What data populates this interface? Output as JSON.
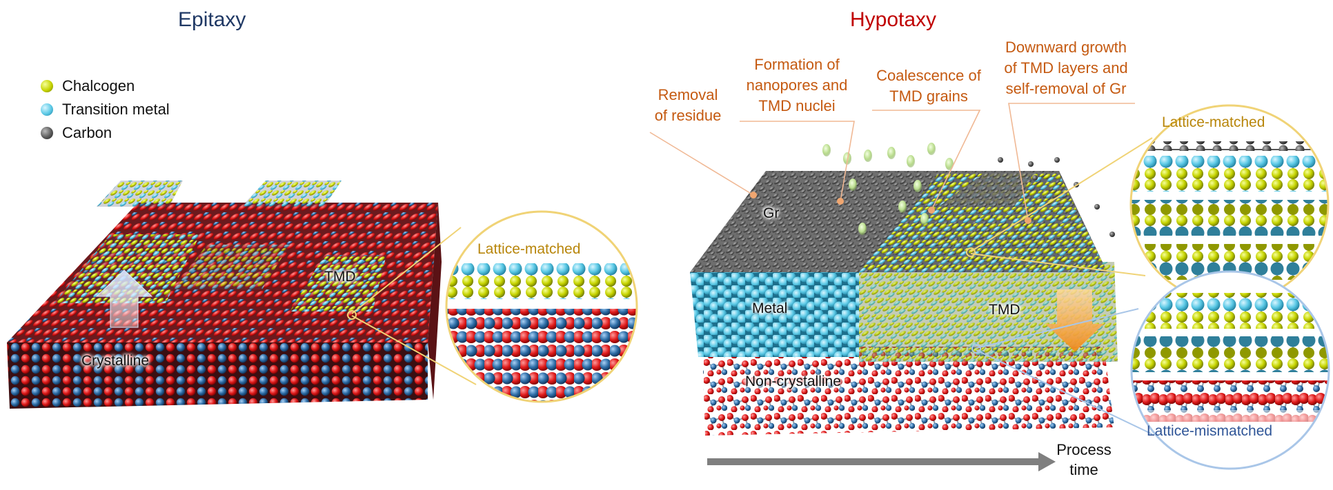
{
  "left": {
    "title": "Epitaxy",
    "legend": [
      {
        "label": "Chalcogen",
        "color": "#c6d400"
      },
      {
        "label": "Transition metal",
        "color": "#5bc9e6"
      },
      {
        "label": "Carbon",
        "color": "#555555"
      }
    ],
    "labels": {
      "tmd": "TMD",
      "crystalline": "Crystalline"
    },
    "zoom_label": "Lattice-matched"
  },
  "right": {
    "title": "Hypotaxy",
    "steps": [
      {
        "line1": "Removal",
        "line2": "of residue"
      },
      {
        "line1": "Formation of",
        "line2": "nanopores and",
        "line3": "TMD nuclei"
      },
      {
        "line1": "Coalescence of",
        "line2": "TMD grains"
      },
      {
        "line1": "Downward growth",
        "line2": "of TMD layers and",
        "line3": "self-removal of Gr"
      }
    ],
    "labels": {
      "gr": "Gr",
      "metal": "Metal",
      "tmd": "TMD",
      "noncrystalline": "Non-crystalline"
    },
    "zoom_top_label": "Lattice-matched",
    "zoom_bottom_label": "Lattice-mismatched",
    "process_time": {
      "line1": "Process",
      "line2": "time"
    }
  },
  "colors": {
    "epitaxy_title": "#1f3864",
    "hypotaxy_title": "#c00000",
    "step_text": "#c55a11",
    "lattice_matched": "#b8860b",
    "lattice_mismatched": "#2f5597",
    "chalcogen": "#c6d400",
    "transition_metal": "#5bc9e6",
    "carbon": "#555555",
    "oxygen": "#e01b1b",
    "substrate_metal": "#2f6fa8"
  }
}
